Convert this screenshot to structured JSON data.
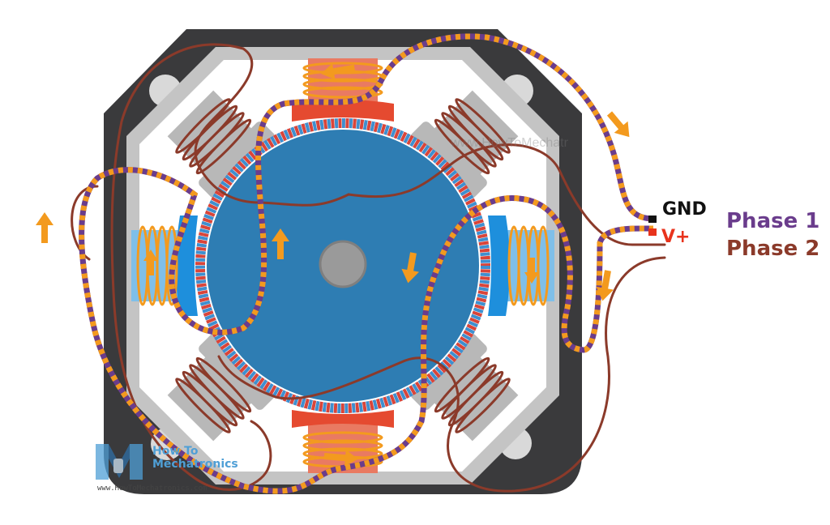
{
  "labels": {
    "gnd": "GND",
    "vplus": "V+",
    "phase1": "Phase 1",
    "phase2": "Phase 2"
  },
  "logo": {
    "line1": "How To",
    "line2": "Mechatronics",
    "url": "www.HowToMechatronics.com"
  },
  "watermark": "www.HowToMechatr",
  "colors": {
    "frame": "#3a3a3c",
    "rotor": "#2e7db3",
    "phase1": "#6a3c8c",
    "phase2": "#8b3a2a",
    "coil_orange": "#f39a1e",
    "active_pole_red": "#e54a30",
    "active_pole_blue": "#1e8fdc",
    "inactive_pole": "#b8b8b8",
    "vplus": "#e8331c"
  },
  "icons": [
    "gnd-terminal-icon",
    "vplus-terminal-icon",
    "current-direction-arrow-icon",
    "rotor-shaft-icon",
    "logo-icon"
  ]
}
